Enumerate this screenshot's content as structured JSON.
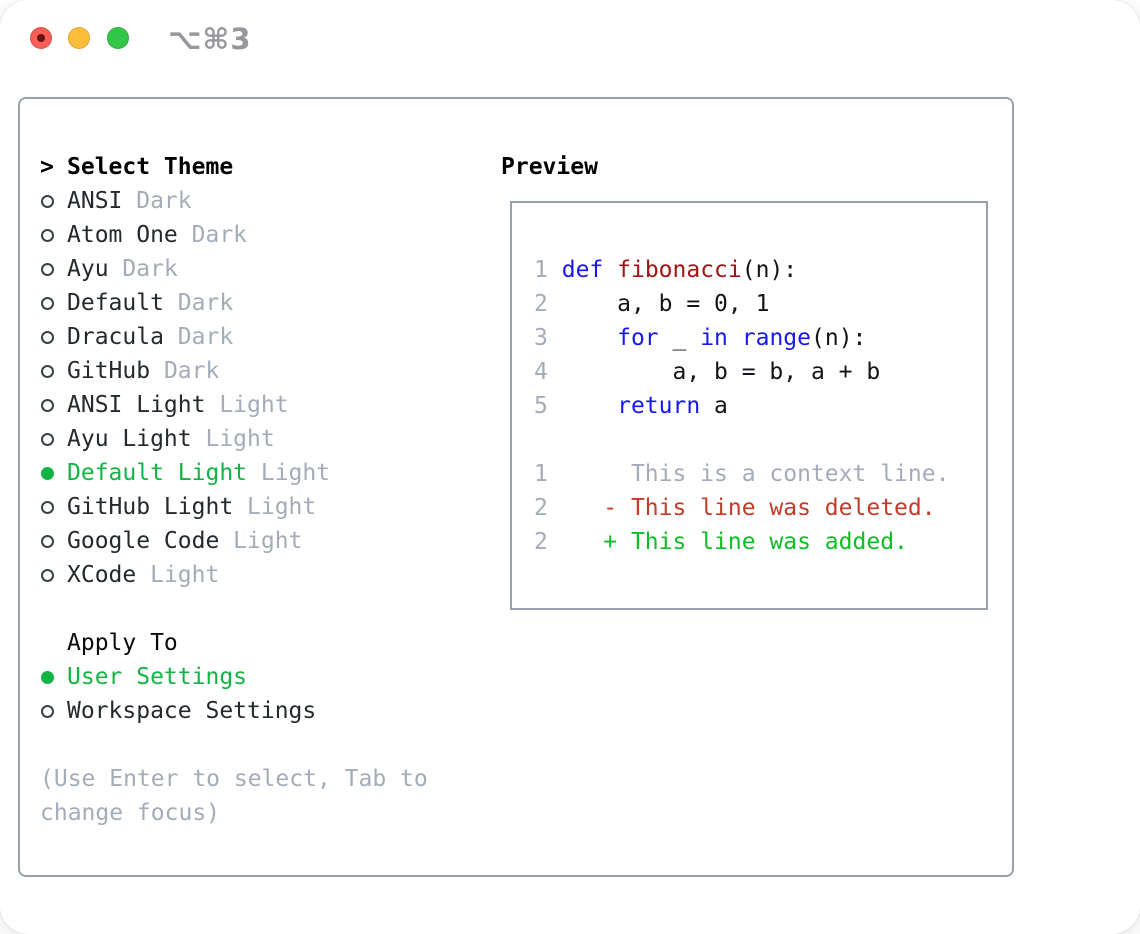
{
  "titlebar": {
    "shortcut": "⌥⌘3"
  },
  "picker": {
    "cursor": ">",
    "title": "Select Theme",
    "themes": [
      {
        "name": "ANSI",
        "variant": "Dark",
        "selected": false
      },
      {
        "name": "Atom One",
        "variant": "Dark",
        "selected": false
      },
      {
        "name": "Ayu",
        "variant": "Dark",
        "selected": false
      },
      {
        "name": "Default",
        "variant": "Dark",
        "selected": false
      },
      {
        "name": "Dracula",
        "variant": "Dark",
        "selected": false
      },
      {
        "name": "GitHub",
        "variant": "Dark",
        "selected": false
      },
      {
        "name": "ANSI Light",
        "variant": "Light",
        "selected": false
      },
      {
        "name": "Ayu Light",
        "variant": "Light",
        "selected": false
      },
      {
        "name": "Default Light",
        "variant": "Light",
        "selected": true
      },
      {
        "name": "GitHub Light",
        "variant": "Light",
        "selected": false
      },
      {
        "name": "Google Code",
        "variant": "Light",
        "selected": false
      },
      {
        "name": "XCode",
        "variant": "Light",
        "selected": false
      }
    ],
    "apply_to": {
      "title": "Apply To",
      "options": [
        {
          "name": "User Settings",
          "selected": true
        },
        {
          "name": "Workspace Settings",
          "selected": false
        }
      ]
    },
    "help_lines": [
      "(Use Enter to select, Tab to",
      "change focus)"
    ]
  },
  "preview": {
    "title": "Preview",
    "code_lines": [
      {
        "num": "1",
        "tokens": [
          [
            "pl",
            " "
          ],
          [
            "kw",
            "def"
          ],
          [
            "pl",
            " "
          ],
          [
            "fn",
            "fibonacci"
          ],
          [
            "pl",
            "(n):"
          ]
        ]
      },
      {
        "num": "2",
        "tokens": [
          [
            "pl",
            "     a, b = 0, 1"
          ]
        ]
      },
      {
        "num": "3",
        "tokens": [
          [
            "pl",
            "     "
          ],
          [
            "kw",
            "for"
          ],
          [
            "pl",
            " _ "
          ],
          [
            "kw",
            "in"
          ],
          [
            "pl",
            " "
          ],
          [
            "kw",
            "range"
          ],
          [
            "pl",
            "(n):"
          ]
        ]
      },
      {
        "num": "4",
        "tokens": [
          [
            "pl",
            "         a, b = b, a + b"
          ]
        ]
      },
      {
        "num": "5",
        "tokens": [
          [
            "pl",
            "     "
          ],
          [
            "kw",
            "return"
          ],
          [
            "pl",
            " a"
          ]
        ]
      }
    ],
    "diff_lines": [
      {
        "num": "1",
        "kind": "ctx",
        "text": "      This is a context line."
      },
      {
        "num": "2",
        "kind": "del",
        "text": "    - This line was deleted."
      },
      {
        "num": "2",
        "kind": "add",
        "text": "    + This line was added."
      }
    ]
  },
  "colors": {
    "selection_green": "#12b543",
    "added_green": "#0fbe27",
    "deleted_red": "#c53a28",
    "keyword_blue": "#1717ee",
    "function_red": "#a31515",
    "muted_gray": "#a3acb8",
    "border_gray": "#99a1ab",
    "text_dark": "#24292e"
  }
}
